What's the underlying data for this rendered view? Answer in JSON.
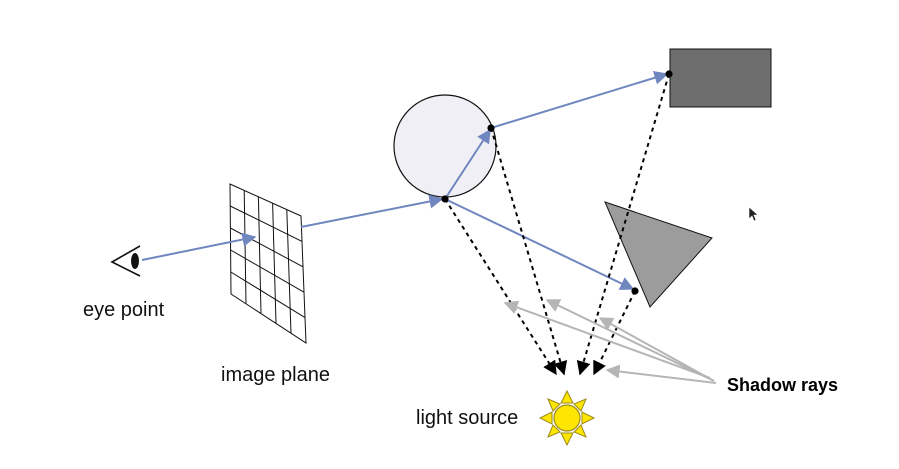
{
  "labels": {
    "eye_point": "eye point",
    "image_plane": "image plane",
    "light_source": "light source",
    "shadow_rays": "Shadow rays"
  },
  "colors": {
    "primary_ray": "#6f86bf",
    "shadow_ray": "#000000",
    "pointer_arrow": "#b5b5b5",
    "sphere_fill": "#f1eff6",
    "box_fill": "#6e6e6e",
    "triangle_fill": "#9c9c9c",
    "sun_fill": "#ffe600",
    "sun_stroke": "#9a8a1a"
  },
  "icons": {
    "eye": "eye-icon",
    "sun": "sun-icon",
    "cursor": "mouse-cursor-icon"
  }
}
